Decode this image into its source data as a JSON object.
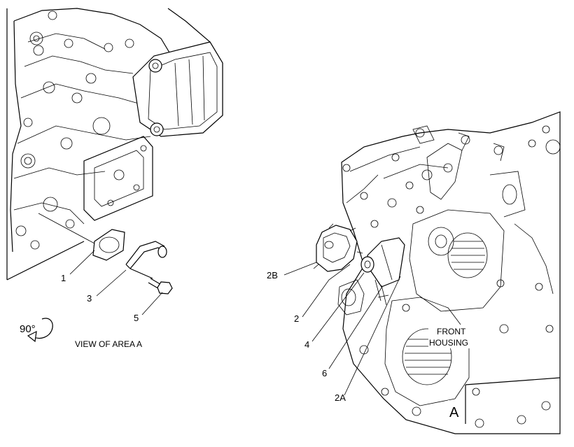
{
  "callouts": {
    "c1": "1",
    "c3": "3",
    "c5": "5",
    "c2b": "2B",
    "c2": "2",
    "c4": "4",
    "c6": "6",
    "c2a": "2A"
  },
  "rotation_label": "90°",
  "view_caption": "VIEW OF AREA  A",
  "front_housing": {
    "line1": "FRONT",
    "line2": "HOUSING"
  },
  "area_letter": "A"
}
